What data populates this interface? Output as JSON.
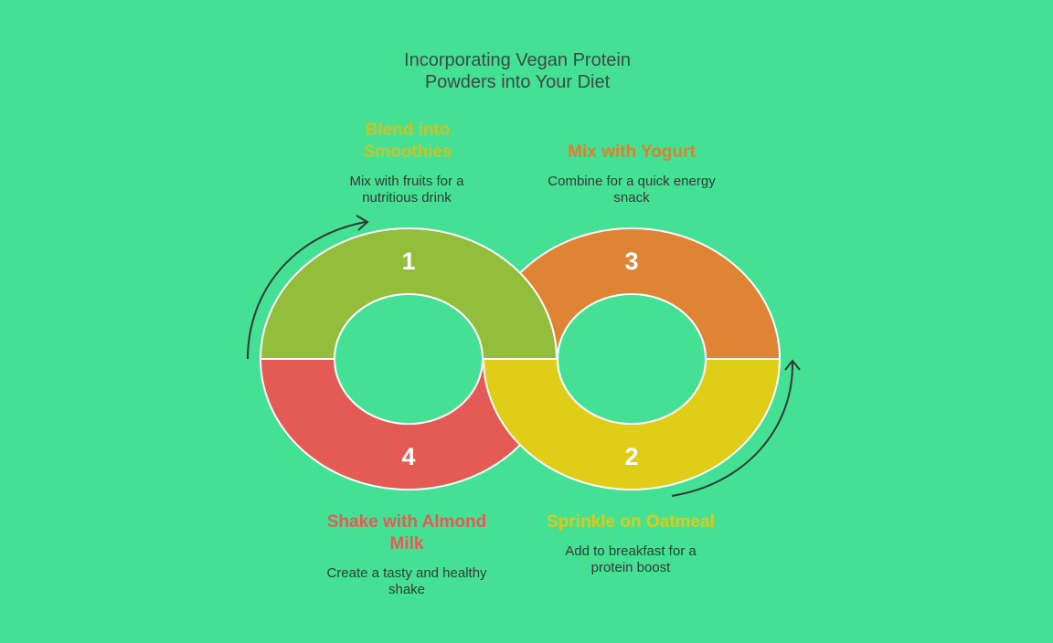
{
  "title": "Incorporating Vegan Protein\nPowders into Your Diet",
  "colors": {
    "background": "#44e194",
    "step1": "#92be3c",
    "step2": "#dfcd17",
    "step3": "#df8334",
    "step4": "#e45a54",
    "arrow": "#2f3a34"
  },
  "steps": [
    {
      "number": "1",
      "title": "Blend into\nSmoothies",
      "description": "Mix with fruits for a\nnutritious drink",
      "color": "#92be3c"
    },
    {
      "number": "2",
      "title": "Sprinkle on Oatmeal",
      "description": "Add to breakfast for a\nprotein boost",
      "color": "#dfcd17"
    },
    {
      "number": "3",
      "title": "Mix with Yogurt",
      "description": "Combine for a quick energy\nsnack",
      "color": "#df8334"
    },
    {
      "number": "4",
      "title": "Shake with Almond\nMilk",
      "description": "Create a tasty and healthy\nshake",
      "color": "#e45a54"
    }
  ]
}
